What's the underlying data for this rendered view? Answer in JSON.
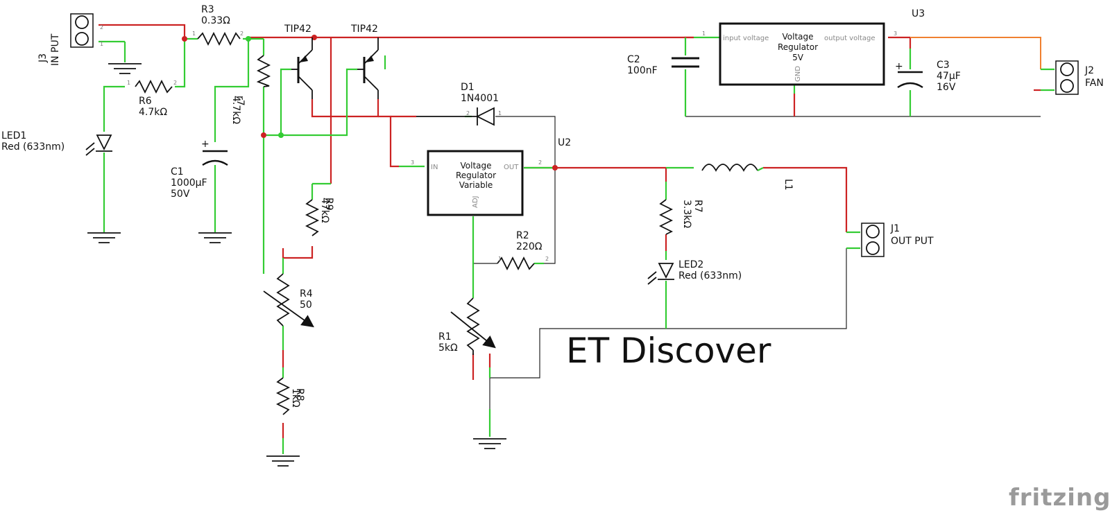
{
  "title": "ET Discover",
  "watermark": "fritzing",
  "components": {
    "J3": {
      "ref": "J3",
      "name": "IN PUT"
    },
    "J2": {
      "ref": "J2",
      "name": "FAN"
    },
    "J1": {
      "ref": "J1",
      "name": "OUT PUT"
    },
    "R3": {
      "ref": "R3",
      "value": "0.33Ω"
    },
    "R6": {
      "ref": "R6",
      "value": "4.7kΩ"
    },
    "r7": {
      "ref": "r7",
      "value": "4.7kΩ"
    },
    "R9": {
      "ref": "R9",
      "value": "47kΩ"
    },
    "R4": {
      "ref": "R4",
      "value": "50"
    },
    "R8": {
      "ref": "R8",
      "value": "1kΩ"
    },
    "R2": {
      "ref": "R2",
      "value": "220Ω"
    },
    "R1": {
      "ref": "R1",
      "value": "5kΩ"
    },
    "R7": {
      "ref": "R7",
      "value": "3.3kΩ"
    },
    "LED1": {
      "ref": "LED1",
      "value": "Red (633nm)"
    },
    "LED2": {
      "ref": "LED2",
      "value": "Red (633nm)"
    },
    "C1": {
      "ref": "C1",
      "value": "1000µF",
      "voltage": "50V"
    },
    "C2": {
      "ref": "C2",
      "value": "100nF"
    },
    "C3": {
      "ref": "C3",
      "value": "47µF",
      "voltage": "16V"
    },
    "Q1": {
      "value": "TIP42"
    },
    "Q2": {
      "value": "TIP42"
    },
    "D1": {
      "ref": "D1",
      "value": "1N4001"
    },
    "L1": {
      "ref": "L1"
    },
    "U2": {
      "ref": "U2",
      "line1": "Voltage",
      "line2": "Regulator",
      "line3": "Variable",
      "pin_in": "IN",
      "pin_out": "OUT",
      "pin_adj": "ADJ"
    },
    "U3": {
      "ref": "U3",
      "line1": "Voltage",
      "line2": "Regulator",
      "line3": "5V",
      "pin_in": "input voltage",
      "pin_out": "output voltage",
      "pin_gnd": "GND"
    }
  },
  "colors": {
    "wire_connected": "#33cc33",
    "wire_unrouted": "#cc2222",
    "wire_output": "#f08030",
    "watermark": "#9a9a9a"
  }
}
